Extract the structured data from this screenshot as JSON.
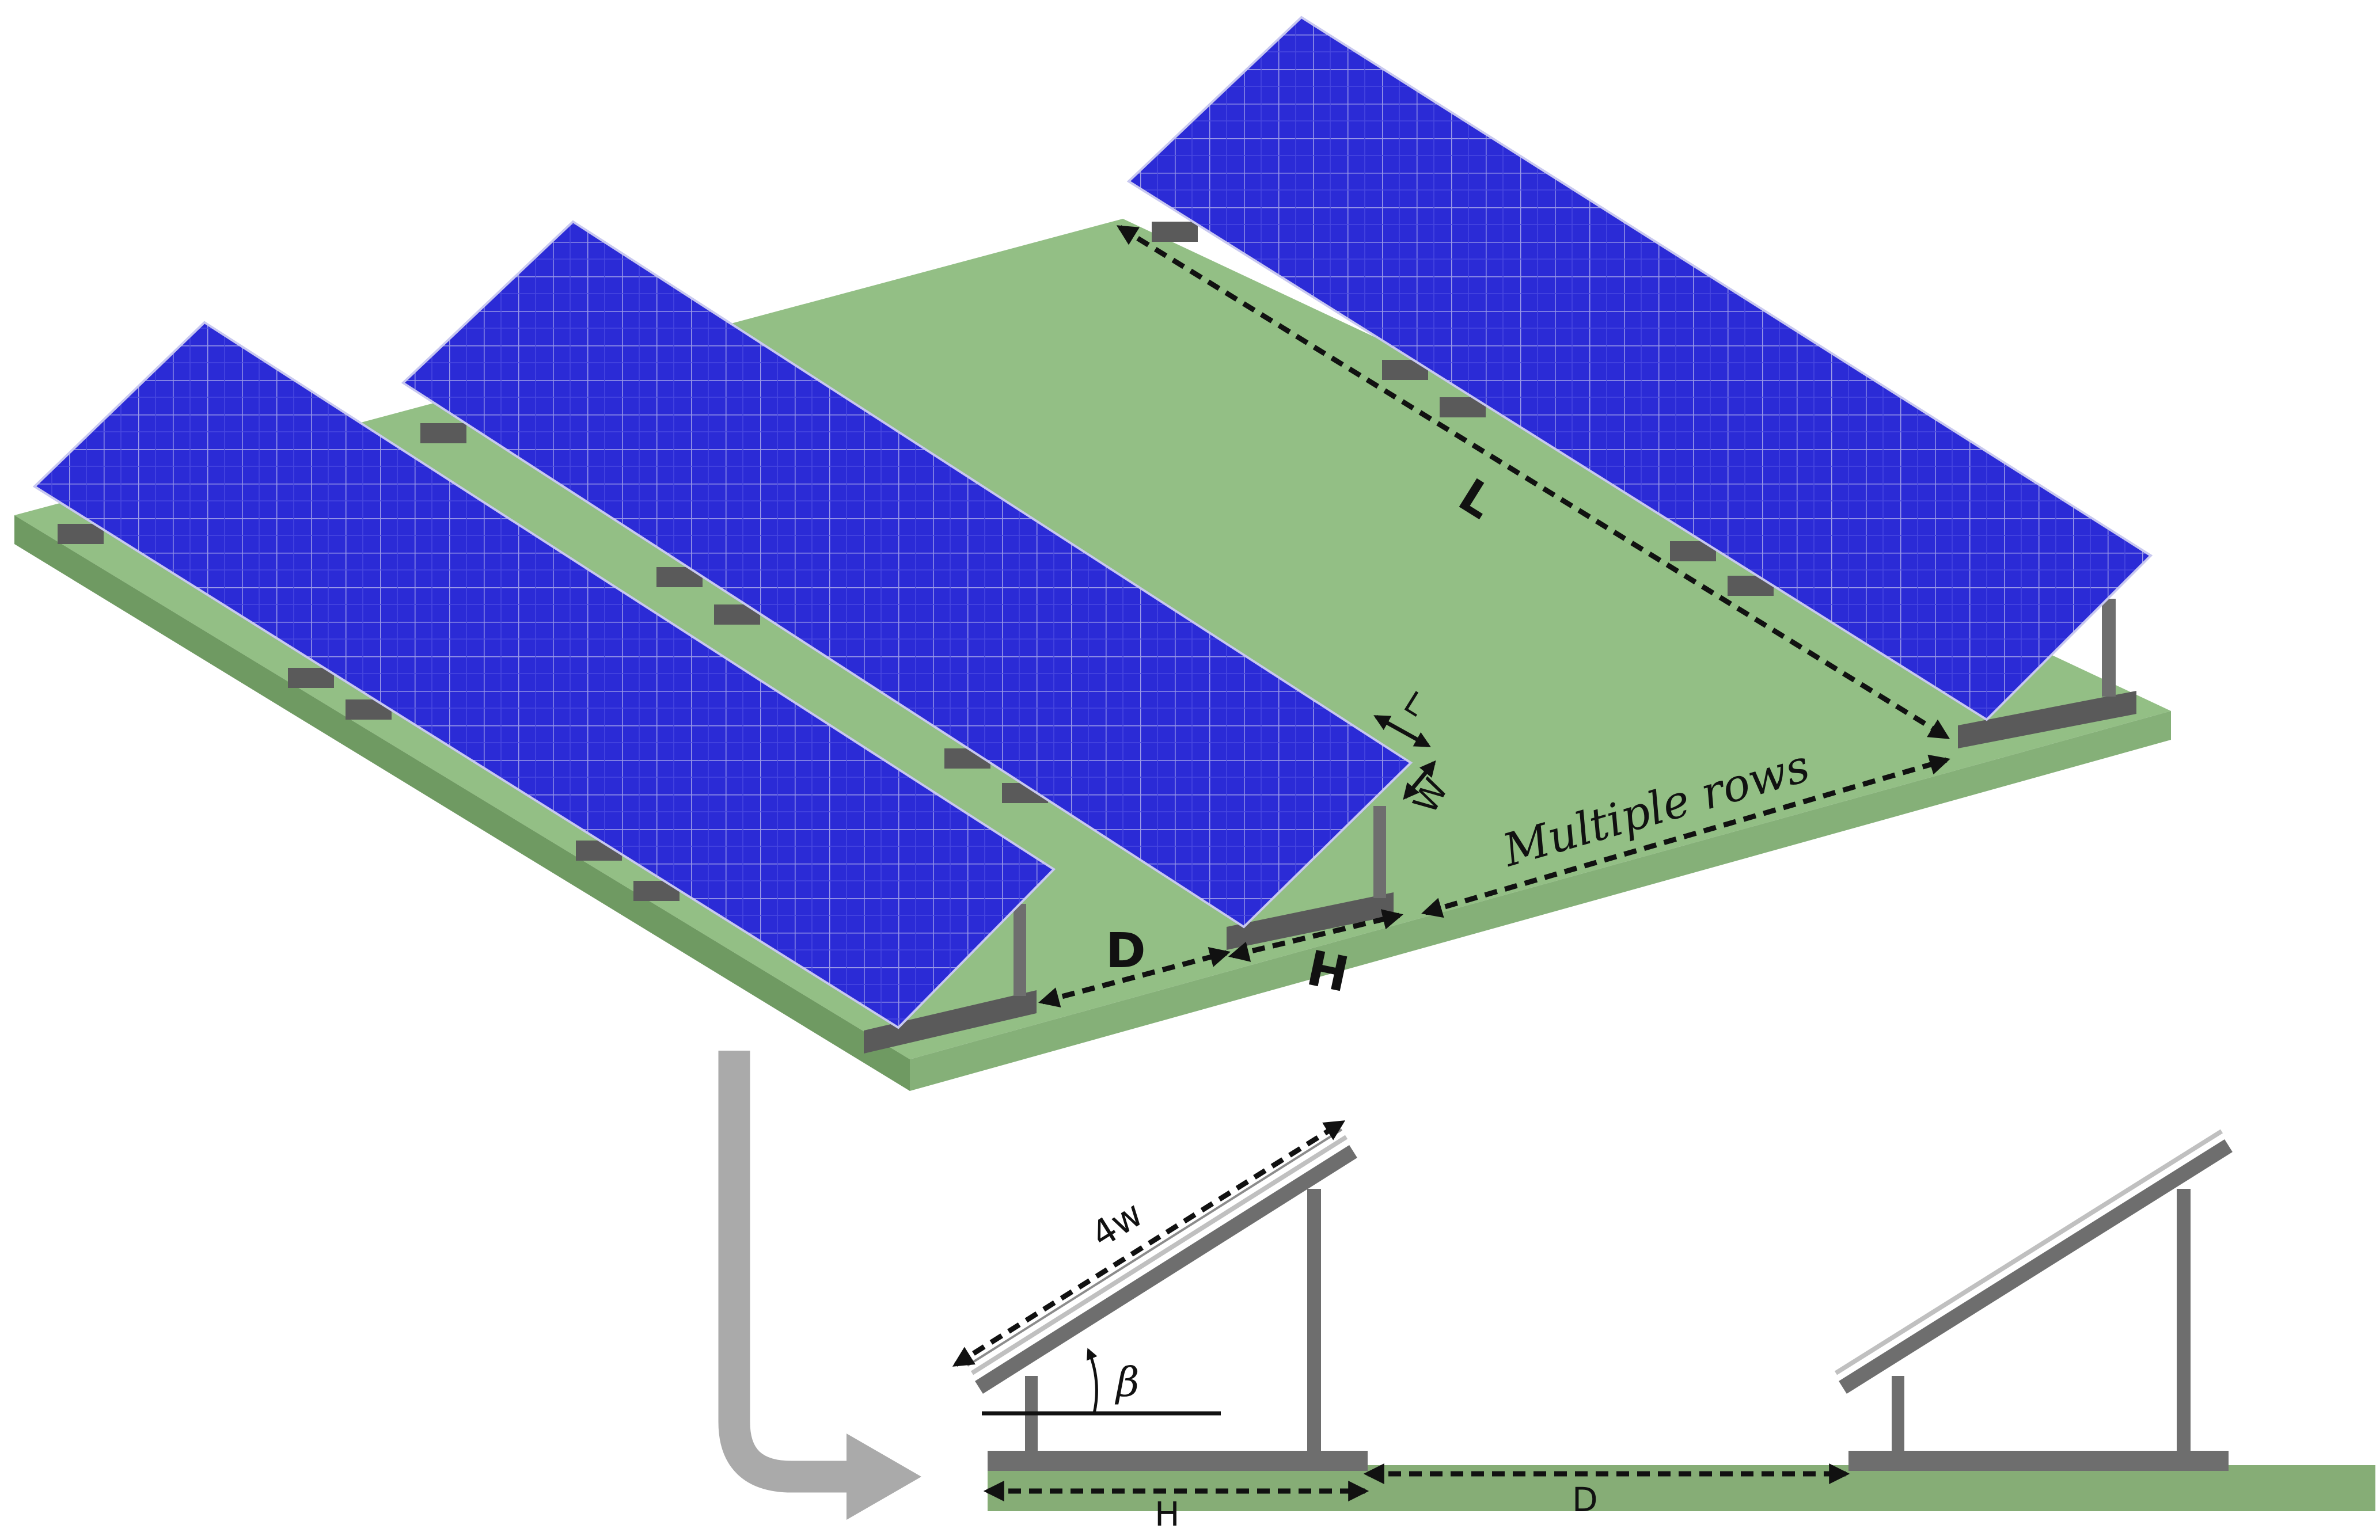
{
  "labels": {
    "length": "L",
    "panel_length": "L",
    "panel_width": "W",
    "multiple_rows": "Multiple rows",
    "spacing_top": "D",
    "footprint_top": "H",
    "panel_count": "4w",
    "tilt_angle": "β",
    "footprint_side": "H",
    "spacing_side": "D"
  },
  "colors": {
    "panel": "#2b2bd6",
    "panel_grid": "#9a9ae8",
    "ground_top": "#93bf85",
    "ground_edge": "#5f8a52",
    "ground_front": "#7ea872",
    "support": "#6e6e6e",
    "arrow": "#aaaaaa"
  }
}
